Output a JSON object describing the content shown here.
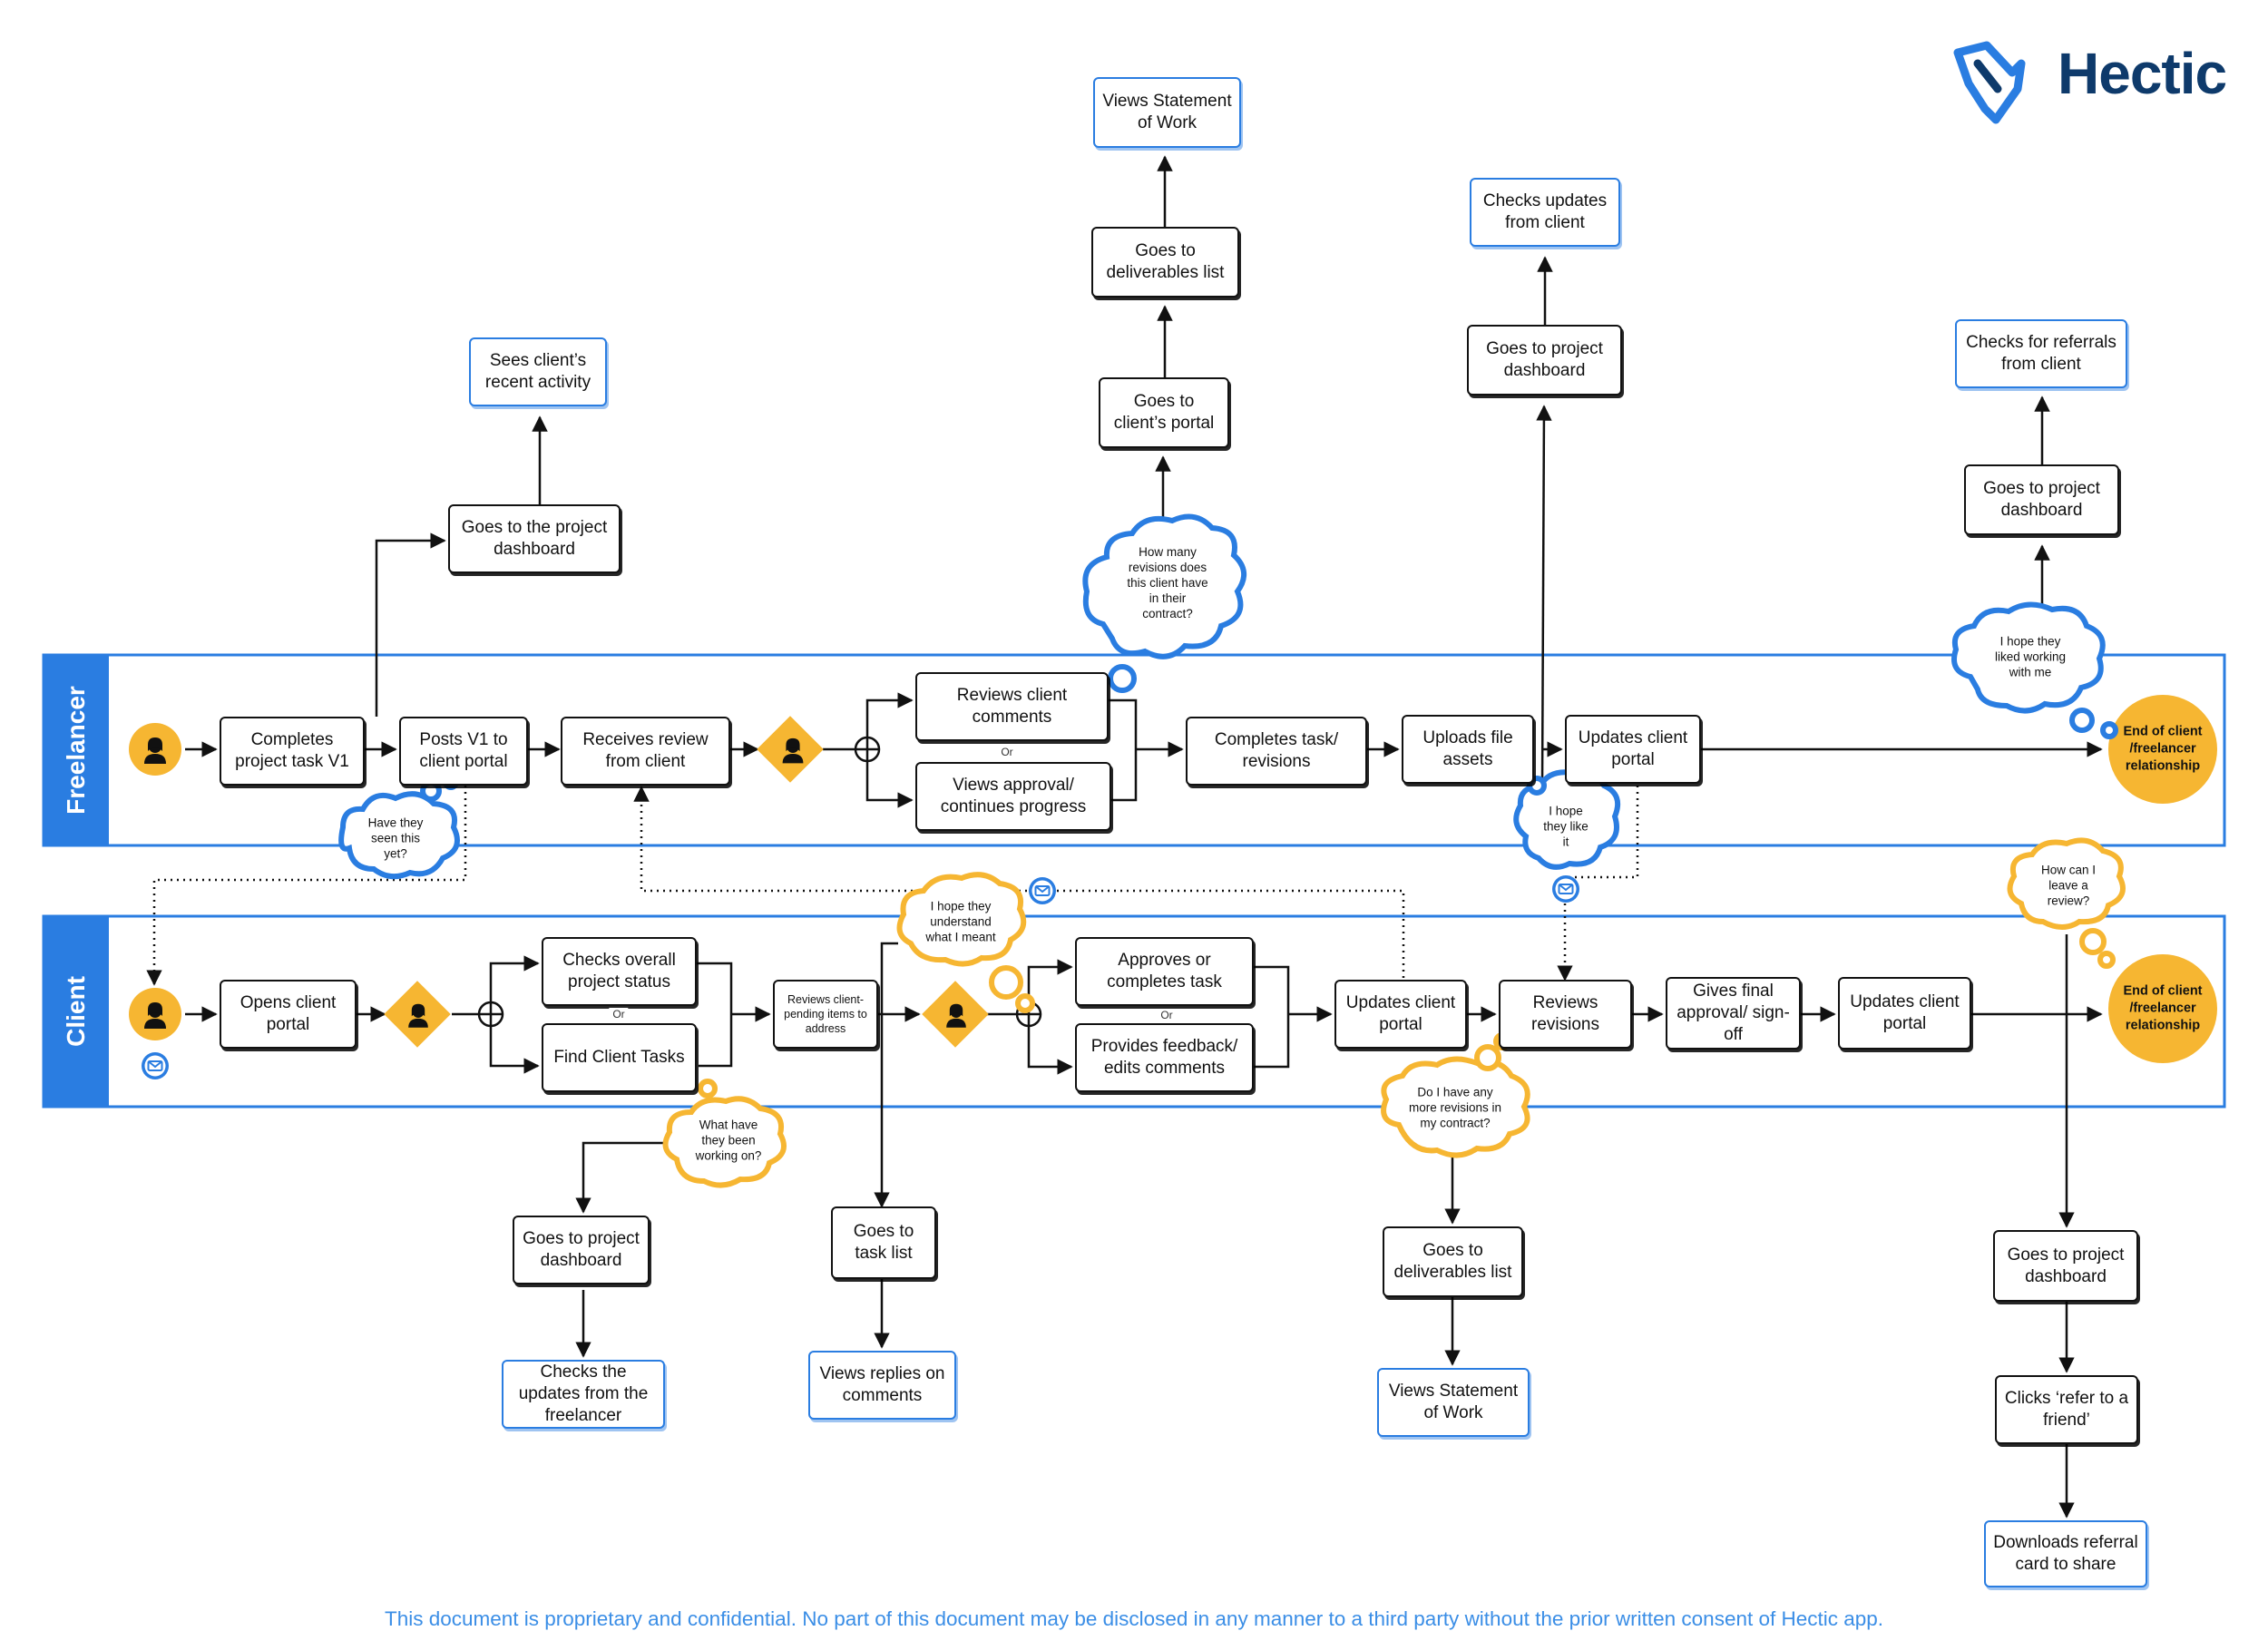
{
  "brand": {
    "name": "Hectic"
  },
  "lanes": {
    "freelancer": "Freelancer",
    "client": "Client"
  },
  "freelancer_lane": {
    "completes_v1": "Completes project task V1",
    "posts_v1": "Posts V1 to client portal",
    "receives_review": "Receives review from client",
    "reviews_comments": "Reviews client comments",
    "or": "Or",
    "views_approval": "Views approval/ continues  progress",
    "completes_revisions": "Completes task/ revisions",
    "uploads_assets": "Uploads file assets",
    "updates_portal": "Updates client portal",
    "end": "End of client\n/freelancer\nrelationship"
  },
  "freelancer_upper": {
    "goes_project_dashboard": "Goes to the project dashboard",
    "sees_recent_activity": "Sees client’s recent activity",
    "goes_clients_portal": "Goes to client’s portal",
    "goes_deliverables": "Goes to deliverables list",
    "views_sow": "Views Statement of Work",
    "goes_project_dashboard_2": "Goes to project dashboard",
    "checks_updates": "Checks updates from client",
    "goes_project_dashboard_3": "Goes to project dashboard",
    "checks_referrals": "Checks for referrals from client"
  },
  "client_lane": {
    "opens_portal": "Opens client portal",
    "checks_status": "Checks overall project status",
    "or": "Or",
    "find_tasks": "Find Client Tasks",
    "reviews_pending": "Reviews client-pending items to address",
    "approves": "Approves or completes task",
    "or2": "Or",
    "provides_feedback": "Provides feedback/ edits comments",
    "updates_portal": "Updates client portal",
    "reviews_revisions": "Reviews revisions",
    "final_approval": "Gives final approval/ sign-off",
    "updates_portal_2": "Updates client portal",
    "end": "End of client\n/freelancer\nrelationship"
  },
  "client_lower": {
    "goes_project_dashboard": "Goes to project dashboard",
    "checks_freelancer_updates": "Checks the updates from the freelancer",
    "goes_task_list": "Goes to task list",
    "views_replies": "Views replies on comments",
    "goes_deliverables": "Goes to deliverables list",
    "views_sow": "Views Statement of Work",
    "goes_project_dashboard_2": "Goes to project dashboard",
    "clicks_refer": "Clicks ‘refer to a friend’",
    "downloads_card": "Downloads referral card to share"
  },
  "thoughts": {
    "seen_yet": "Have they\nseen this\nyet?",
    "how_many_revisions": "How many\nrevisions does\nthis client have\nin their\ncontract?",
    "hope_like": "I hope\nthey like\nit",
    "hope_liked_working": "I hope they\nliked working\nwith me",
    "hope_understand": "I hope they\nunderstand\nwhat I meant",
    "what_working_on": "What have\nthey been\nworking on?",
    "more_revisions": "Do I have any\nmore revisions in\nmy contract?",
    "leave_review": "How can I\nleave a\nreview?"
  },
  "footer": "This document is proprietary and confidential. No part of this document may be disclosed in any manner to a third party without the prior written consent of Hectic app.",
  "colors": {
    "blue": "#2a7de1",
    "yellow": "#f6b632",
    "dark": "#111111",
    "logo": "#0e3a6b"
  },
  "icons": [
    "person-icon",
    "mail-icon",
    "merge-icon",
    "hectic-logo-icon",
    "thought-cloud"
  ]
}
